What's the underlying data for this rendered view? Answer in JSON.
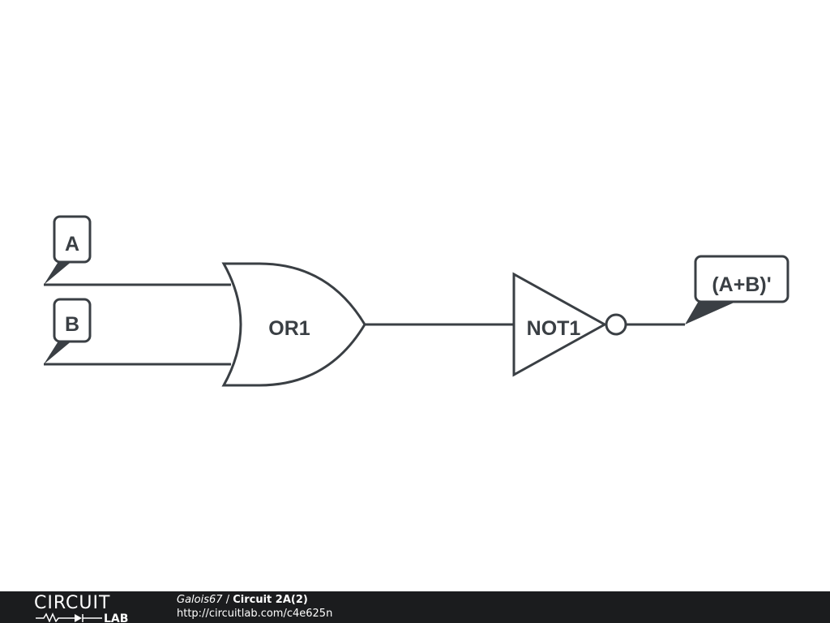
{
  "diagram": {
    "inputs": [
      {
        "label": "A"
      },
      {
        "label": "B"
      }
    ],
    "gates": [
      {
        "type": "OR",
        "label": "OR1"
      },
      {
        "type": "NOT",
        "label": "NOT1"
      }
    ],
    "output": {
      "label": "(A+B)'"
    }
  },
  "footer": {
    "logo_top": "CIRCUIT",
    "logo_bottom": "LAB",
    "author": "Galois67",
    "separator": "/",
    "circuit_title": "Circuit 2A(2)",
    "url": "http://circuitlab.com/c4e625n"
  }
}
